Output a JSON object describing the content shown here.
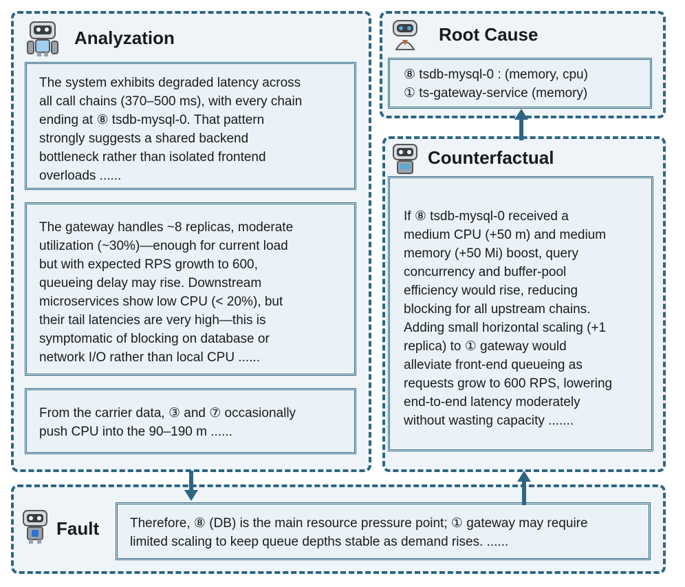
{
  "colors": {
    "accent": "#2f6582",
    "panel_bg": "#eef4f8",
    "box_bg": "#eaf2f7",
    "robot_blue": "#5aa7d9",
    "robot_gray": "#9aa3ab"
  },
  "icons": [
    "robot-icon",
    "arrow-down-icon",
    "arrow-up-icon"
  ],
  "analyzation": {
    "title": "Analyzation",
    "box1": "The system exhibits degraded latency across\nall call chains (370–500 ms), with every chain\nending at ⑧ tsdb-mysql-0. That pattern\nstrongly suggests a shared backend\nbottleneck rather than isolated frontend\noverloads ......",
    "box2": "The gateway handles ~8 replicas, moderate\nutilization (~30%)—enough for current load\nbut with expected RPS growth to 600,\nqueueing delay may rise. Downstream\nmicroservices show low CPU (< 20%), but\ntheir tail latencies are very high—this is\nsymptomatic of blocking on database or\nnetwork I/O rather than local CPU ......",
    "box3": "From the carrier data, ③ and ⑦ occasionally\npush CPU into the 90–190 m ......"
  },
  "root_cause": {
    "title": "Root Cause",
    "line1": "⑧ tsdb-mysql-0 : (memory, cpu)",
    "line2": "① ts-gateway-service (memory)"
  },
  "counterfactual": {
    "title": "Counterfactual",
    "body": "If ⑧ tsdb-mysql-0 received a\nmedium CPU (+50 m) and medium\nmemory (+50 Mi) boost, query\nconcurrency and buffer-pool\nefficiency would rise, reducing\nblocking for all upstream chains.\nAdding small horizontal scaling (+1\nreplica) to ① gateway would\nalleviate front-end queueing as\nrequests grow to 600 RPS, lowering\nend-to-end latency moderately\nwithout wasting capacity ......."
  },
  "fault": {
    "title": "Fault",
    "body": "Therefore, ⑧ (DB) is the main resource pressure point; ① gateway may require\nlimited scaling to keep queue depths stable as demand rises. ......"
  }
}
